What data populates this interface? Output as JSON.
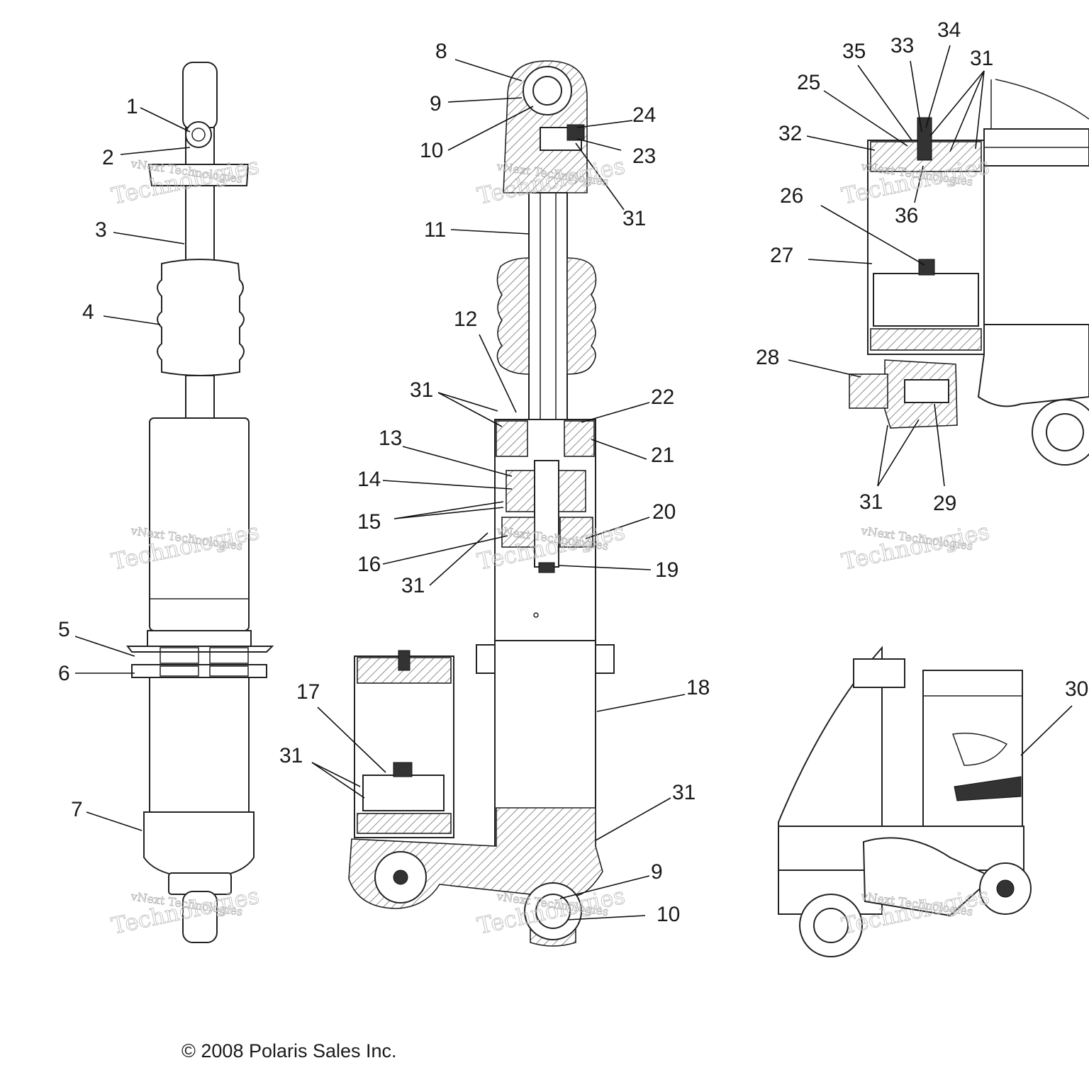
{
  "diagram": {
    "copyright": "© 2008  Polaris Sales Inc.",
    "watermark": {
      "line1": "vNext Technologies",
      "line2": "Technologies",
      "line3": "vNext"
    },
    "callouts": [
      "1",
      "2",
      "3",
      "4",
      "5",
      "6",
      "7",
      "8",
      "9",
      "10",
      "11",
      "12",
      "13",
      "14",
      "15",
      "16",
      "17",
      "18",
      "19",
      "20",
      "21",
      "22",
      "23",
      "24",
      "25",
      "26",
      "27",
      "28",
      "29",
      "30",
      "31",
      "32",
      "33",
      "34",
      "35",
      "36"
    ],
    "colors": {
      "line": "#222222",
      "background": "#ffffff",
      "watermark": "#b8b8b8"
    }
  }
}
